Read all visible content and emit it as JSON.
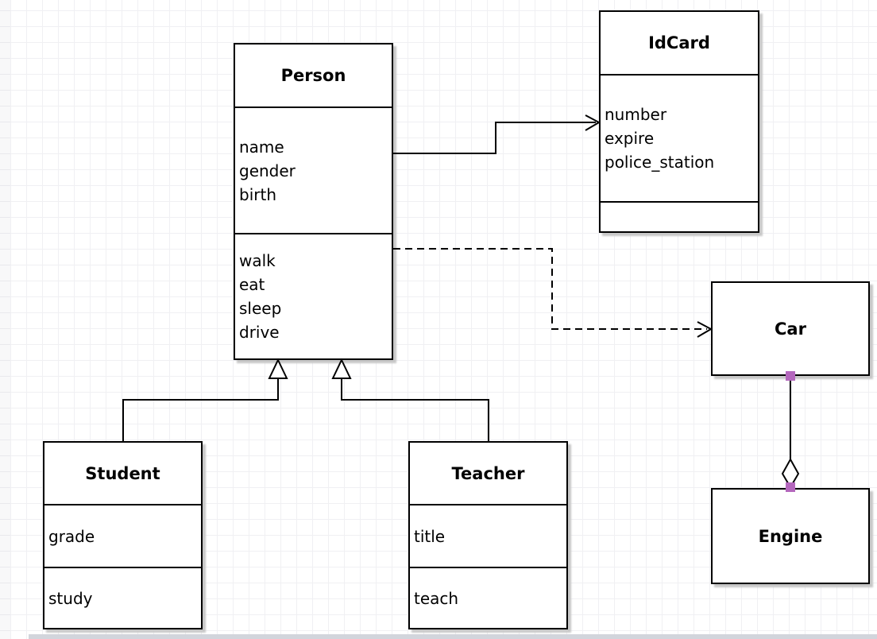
{
  "diagram": {
    "type": "uml-class-diagram",
    "classes": [
      {
        "name": "Person",
        "attributes": [
          "name",
          "gender",
          "birth"
        ],
        "methods": [
          "walk",
          "eat",
          "sleep",
          "drive"
        ]
      },
      {
        "name": "IdCard",
        "attributes": [
          "number",
          "expire",
          "police_station"
        ],
        "methods": []
      },
      {
        "name": "Car",
        "attributes": [],
        "methods": []
      },
      {
        "name": "Engine",
        "attributes": [],
        "methods": []
      },
      {
        "name": "Student",
        "attributes": [
          "grade"
        ],
        "methods": [
          "study"
        ]
      },
      {
        "name": "Teacher",
        "attributes": [
          "title"
        ],
        "methods": [
          "teach"
        ]
      }
    ],
    "relationships": [
      {
        "from": "Person",
        "to": "IdCard",
        "type": "association",
        "line": "solid",
        "head": "open-arrow"
      },
      {
        "from": "Person",
        "to": "Car",
        "type": "dependency",
        "line": "dashed",
        "head": "open-arrow"
      },
      {
        "from": "Student",
        "to": "Person",
        "type": "generalization",
        "line": "solid",
        "head": "hollow-triangle"
      },
      {
        "from": "Teacher",
        "to": "Person",
        "type": "generalization",
        "line": "solid",
        "head": "hollow-triangle"
      },
      {
        "from": "Car",
        "to": "Engine",
        "type": "aggregation",
        "line": "solid",
        "head": "hollow-diamond"
      }
    ],
    "colors": {
      "line": "#000000",
      "box_fill": "#ffffff",
      "shadow": "#c7c7c7",
      "grid_line": "#f0f0f3",
      "connection_point": "#b467bd",
      "bottom_edge": "#d2d5dc"
    }
  }
}
